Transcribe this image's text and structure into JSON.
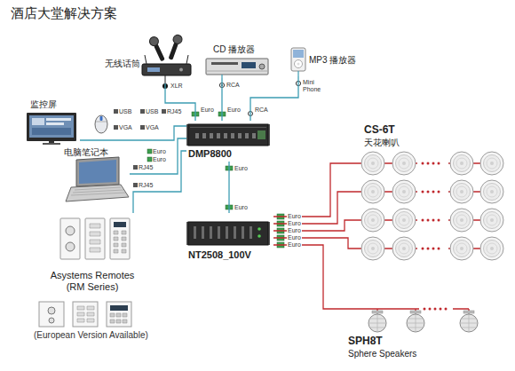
{
  "diagram": {
    "title": "酒店大堂解决方案",
    "nodes": [
      {
        "text": [
          "无线话筒"
        ]
      },
      {
        "text": [
          "CD 播放器"
        ]
      },
      {
        "text": [
          "MP3 播放器"
        ]
      },
      {
        "text": [
          "监控屏"
        ]
      },
      {
        "text": [
          "电脑笔记本"
        ]
      },
      {
        "text": [
          "DMP8800"
        ]
      },
      {
        "text": [
          "NT2508_100V"
        ]
      },
      {
        "text": [
          "Asystems Remotes (RM Series)"
        ]
      },
      {
        "text": [
          "CS-6T",
          "天花喇叭"
        ]
      },
      {
        "text": [
          "SPH8T",
          "Sphere Speakers"
        ]
      }
    ],
    "edges": [
      {
        "from": 0,
        "to": 5,
        "arrow": "none"
      },
      {
        "from": 1,
        "to": 5,
        "arrow": "none"
      },
      {
        "from": 2,
        "to": 5,
        "arrow": "none"
      },
      {
        "from": 3,
        "to": 5,
        "arrow": "none"
      },
      {
        "from": 4,
        "to": 5,
        "arrow": "none"
      },
      {
        "from": 7,
        "to": 5,
        "arrow": "none"
      },
      {
        "from": 5,
        "to": 6,
        "arrow": "none"
      },
      {
        "from": 6,
        "to": 8,
        "arrow": "none"
      },
      {
        "from": 6,
        "to": 9,
        "arrow": "none"
      }
    ],
    "labels": [
      "XLR",
      "Euro",
      "RCA",
      "Euro",
      "Mini Phone",
      "RCA",
      "USB",
      "USB",
      "VGA",
      "VGA",
      "RJ45",
      "Euro",
      "Euro",
      "RJ45",
      "RJ45",
      "Euro",
      "Euro",
      "Euro",
      "Euro",
      "Euro",
      "Euro",
      "Euro",
      "(European Version Available)"
    ]
  }
}
